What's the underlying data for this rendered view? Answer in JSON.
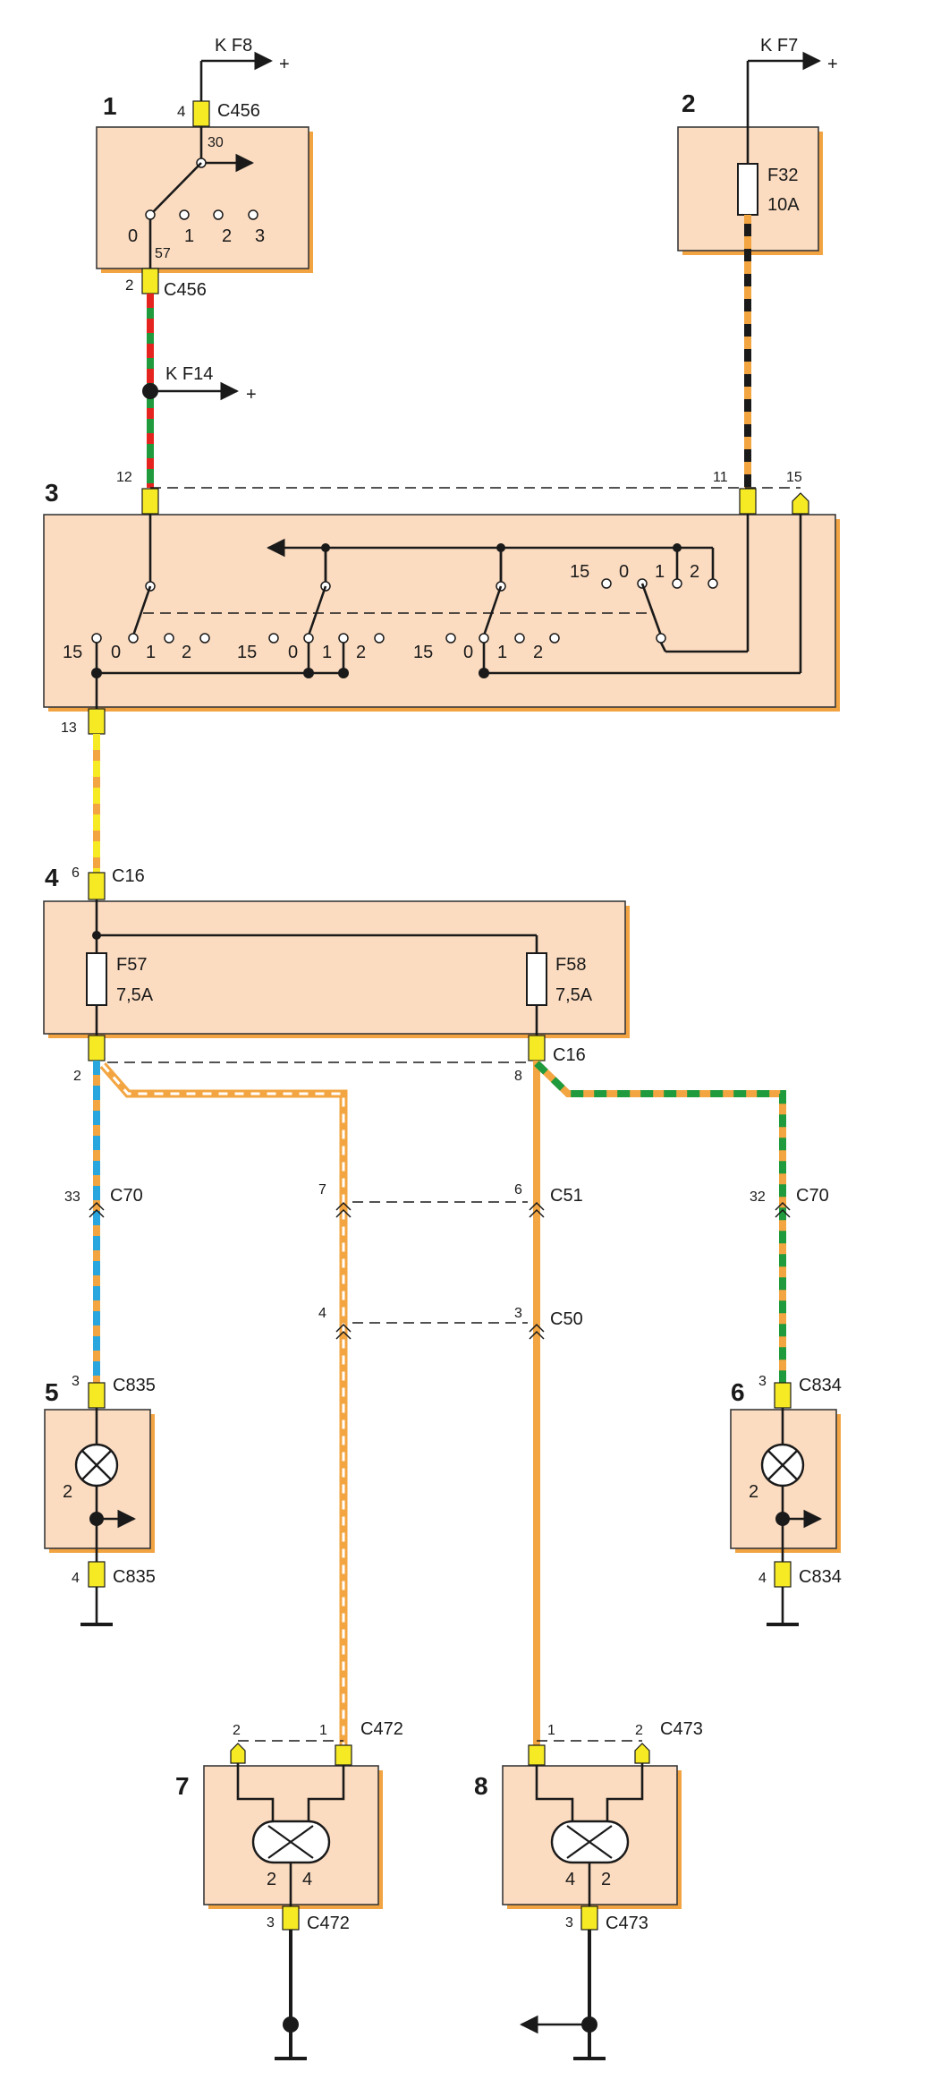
{
  "components": {
    "c1": {
      "number": "1",
      "connector_top": "C456",
      "pin_top": "4",
      "pin_bottom": "2",
      "connector_bottom": "C456",
      "terminal_in": "30",
      "terminal_out": "57",
      "positions": [
        "0",
        "1",
        "2",
        "3"
      ]
    },
    "c2": {
      "number": "2",
      "fuse": "F32",
      "rating": "10A"
    },
    "c3": {
      "number": "3",
      "pin_12": "12",
      "pin_11": "11",
      "pin_15": "15",
      "pin_13": "13",
      "switch_a": [
        "15",
        "0",
        "1",
        "2"
      ],
      "switch_b": [
        "15",
        "0",
        "1",
        "2"
      ],
      "switch_c": [
        "15",
        "0",
        "1",
        "2"
      ],
      "switch_d": [
        "15",
        "0",
        "1",
        "2"
      ]
    },
    "c4": {
      "number": "4",
      "connector": "C16",
      "pin_in": "6",
      "fuse_left": "F57",
      "rating_left": "7,5A",
      "fuse_right": "F58",
      "rating_right": "7,5A",
      "pin_out_left": "2",
      "pin_out_right": "8",
      "connector_out": "C16"
    },
    "c5": {
      "number": "5",
      "pin_top": "3",
      "connector_top": "C835",
      "lamp_pin": "2",
      "pin_bottom": "4",
      "connector_bottom": "C835"
    },
    "c6": {
      "number": "6",
      "pin_top": "3",
      "connector_top": "C834",
      "lamp_pin": "2",
      "pin_bottom": "4",
      "connector_bottom": "C834"
    },
    "c7": {
      "number": "7",
      "pin_left": "2",
      "pin_right": "1",
      "connector_top": "C472",
      "inner_left": "2",
      "inner_right": "4",
      "pin_bottom": "3",
      "connector_bottom": "C472"
    },
    "c8": {
      "number": "8",
      "pin_left": "1",
      "pin_right": "2",
      "connector_top": "C473",
      "inner_left": "4",
      "inner_right": "2",
      "pin_bottom": "3",
      "connector_bottom": "C473"
    }
  },
  "feeds": {
    "kf8": "K F8",
    "kf7": "K F7",
    "kf14": "K F14",
    "plus": "+"
  },
  "inline_connectors": {
    "c70_left": {
      "pin": "33",
      "name": "C70"
    },
    "c70_right": {
      "pin": "32",
      "name": "C70"
    },
    "c51": {
      "pin_left": "7",
      "pin_right": "6",
      "name": "C51"
    },
    "c50": {
      "pin_left": "4",
      "pin_right": "3",
      "name": "C50"
    }
  },
  "colors": {
    "orange": "#f3a541",
    "green": "#1f9a3c",
    "red": "#e52420",
    "black": "#1a1a1a",
    "yellow": "#f6ea25",
    "blue": "#2aa6df",
    "white": "#ffffff",
    "box_fill": "#fcdcc0",
    "box_shadow": "#f2a442"
  }
}
